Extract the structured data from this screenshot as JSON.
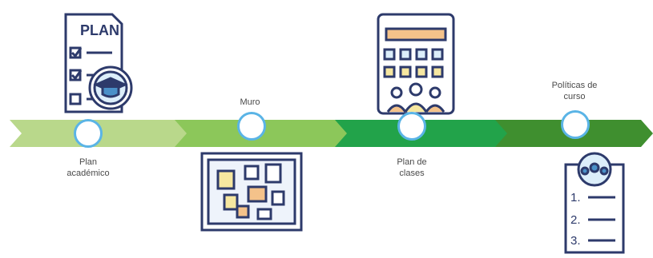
{
  "timeline": {
    "colors": {
      "band_1": "#b9d88b",
      "band_2": "#8cc75a",
      "band_3": "#22a34a",
      "band_4": "#3f8f2f",
      "node_ring": "#5ab4e6",
      "icon_outline": "#2d3a6b"
    },
    "steps": [
      {
        "label": "Plan académico",
        "icon": "plan-checklist-graduation-icon"
      },
      {
        "label": "Muro",
        "icon": "bulletin-board-icon"
      },
      {
        "label": "Plan de clases",
        "icon": "class-calendar-people-icon"
      },
      {
        "label": "Políticas de curso",
        "icon": "policy-list-icon"
      }
    ],
    "plan_icon_text": "PLAN",
    "policy_list_numbers": [
      "1.",
      "2.",
      "3."
    ]
  }
}
